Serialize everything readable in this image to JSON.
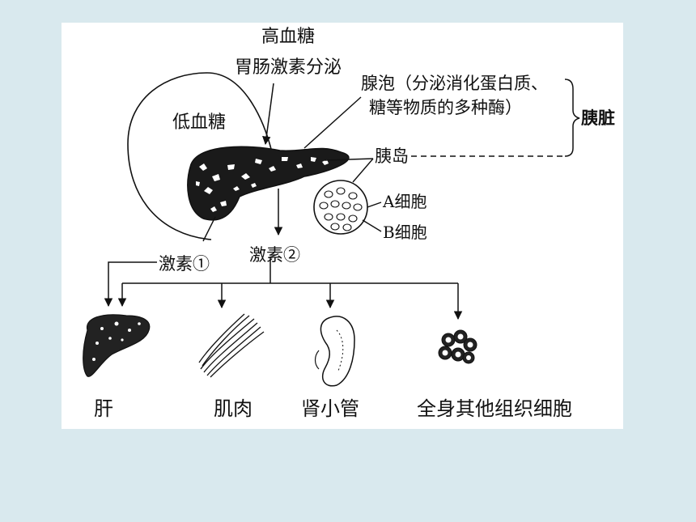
{
  "colors": {
    "background": "#d9e9ee",
    "panel": "#ffffff",
    "ink": "#111111"
  },
  "diagram": {
    "labels": {
      "high_glucose": "高血糖",
      "gut_hormone": "胃肠激素分泌",
      "low_glucose": "低血糖",
      "acinus_line1": "腺泡（分泌消化蛋白质、",
      "acinus_line2": "糖等物质的多种酶）",
      "pancreas": "胰脏",
      "islet": "胰岛",
      "a_cell": "A细胞",
      "b_cell": "B细胞",
      "hormone1": "激素①",
      "hormone2": "激素②",
      "liver": "肝",
      "muscle": "肌肉",
      "kidney_tubule": "肾小管",
      "body_cells": "全身其他组织细胞"
    }
  }
}
